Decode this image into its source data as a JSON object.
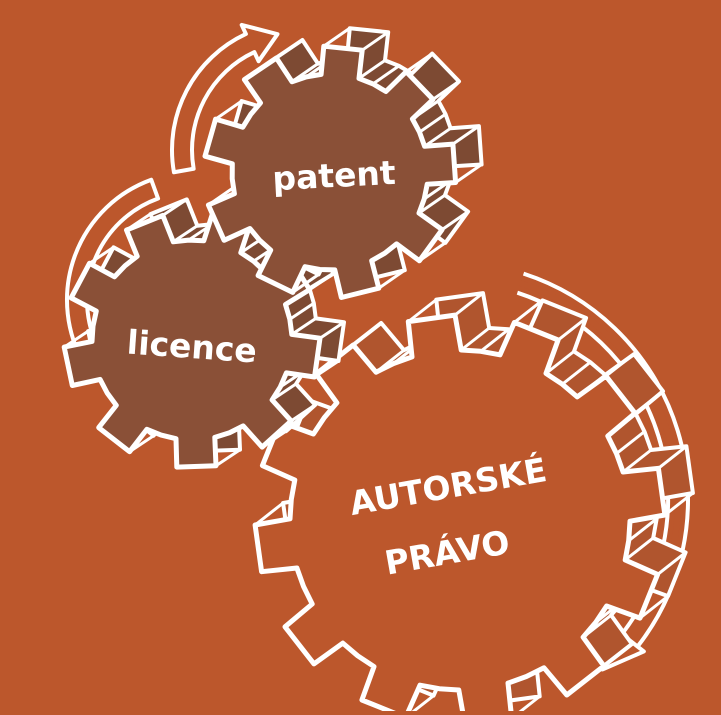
{
  "colors": {
    "background": "#BC572C",
    "gear_dark": "#8A5037",
    "gear_main": "#BC572C",
    "gear_side_dark": "#7D4A33",
    "gear_side_main": "#B0552E",
    "outline": "#FFFFFF"
  },
  "gears": {
    "patent": {
      "label": "patent"
    },
    "licence": {
      "label": "licence"
    },
    "autorske": {
      "label_line1": "AUTORSKÉ",
      "label_line2": "PRÁVO"
    }
  },
  "arrows": {
    "top": {
      "icon": "curved-arrow-icon"
    },
    "left": {
      "icon": "curved-arrow-icon"
    },
    "right": {
      "icon": "curved-arrow-icon"
    }
  }
}
